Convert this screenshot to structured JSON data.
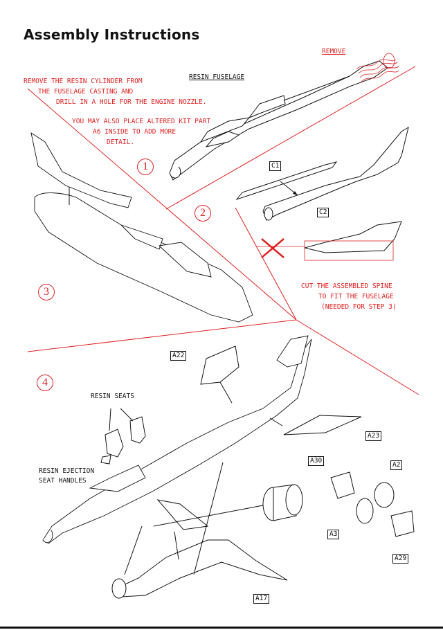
{
  "title": "Assembly Instructions",
  "steps": [
    "1",
    "2",
    "3",
    "4"
  ],
  "notes": {
    "remove": "REMOVE",
    "remove_cylinder": [
      "REMOVE THE RESIN CYLINDER FROM",
      "THE FUSELAGE CASTING AND",
      "DRILL IN A HOLE FOR THE ENGINE NOZZLE."
    ],
    "alter_part": [
      "YOU MAY ALSO PLACE ALTERED KIT PART",
      "A6 INSIDE TO ADD MORE",
      "DETAIL."
    ],
    "cut_spine": [
      "CUT THE ASSEMBLED SPINE",
      "TO FIT THE FUSELAGE",
      "(NEEDED FOR STEP 3)"
    ]
  },
  "labels": {
    "resin_fuselage": "RESIN FUSELAGE",
    "resin_seats": "RESIN SEATS",
    "resin_ejection": [
      "RESIN EJECTION",
      "SEAT HANDLES"
    ]
  },
  "parts": {
    "c1": "C1",
    "c2": "C2",
    "a22": "A22",
    "a23": "A23",
    "a30": "A30",
    "a2": "A2",
    "a3": "A3",
    "a29": "A29",
    "a17": "A17"
  },
  "colors": {
    "accent": "#e02020",
    "line": "#111111"
  }
}
